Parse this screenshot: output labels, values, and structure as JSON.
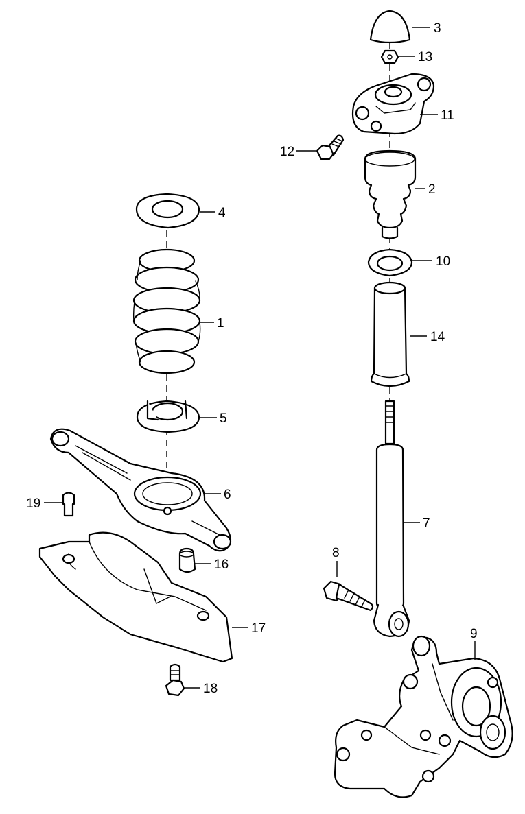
{
  "callouts": {
    "c1": "1",
    "c2": "2",
    "c3": "3",
    "c4": "4",
    "c5": "5",
    "c6": "6",
    "c7": "7",
    "c8": "8",
    "c9": "9",
    "c10": "10",
    "c11": "11",
    "c12": "12",
    "c13": "13",
    "c14": "14",
    "c16": "16",
    "c17": "17",
    "c18": "18",
    "c19": "19"
  }
}
